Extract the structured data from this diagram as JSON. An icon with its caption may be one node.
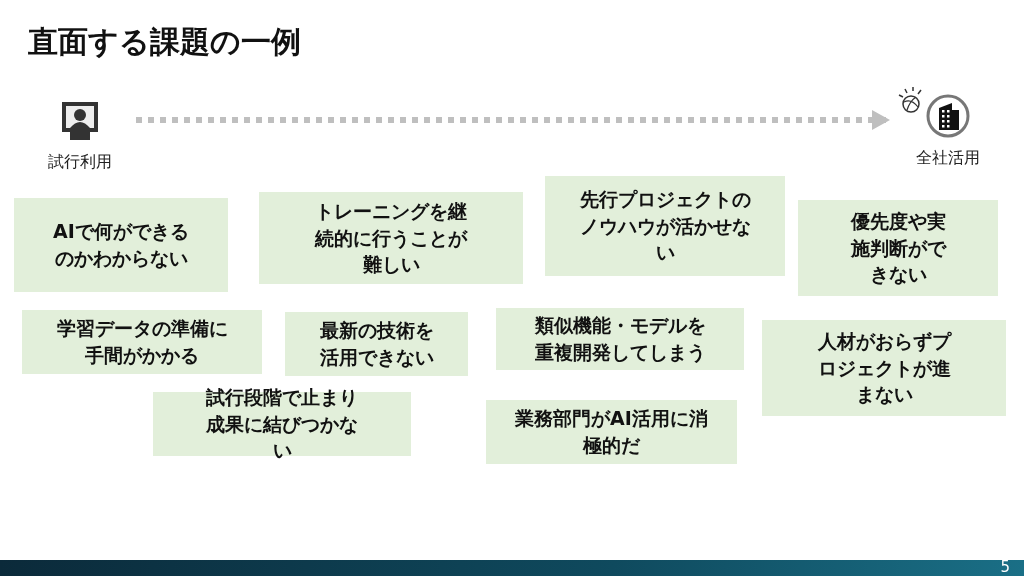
{
  "diagram": {
    "title": "直面する課題の一例",
    "nodes": [
      {
        "text": [],
        "shape": "monitor",
        "beside": [
          "試行利用"
        ]
      },
      {
        "text": [],
        "shape": "building",
        "beside": [
          "全社活用"
        ]
      },
      {
        "text": [
          "AIで何ができるのかわからない"
        ]
      },
      {
        "text": [
          "トレーニングを継続的に行うことが難しい"
        ]
      },
      {
        "text": [
          "先行プロジェクトのノウハウが活かせない"
        ]
      },
      {
        "text": [
          "優先度や実施判断ができない"
        ]
      },
      {
        "text": [
          "学習データの準備に手間がかかる"
        ]
      },
      {
        "text": [
          "最新の技術を活用できない"
        ]
      },
      {
        "text": [
          "類似機能・モデルを重複開発してしまう"
        ]
      },
      {
        "text": [
          "人材がおらずプロジェクトが進まない"
        ]
      },
      {
        "text": [
          "試行段階で止まり成果に結びつかない"
        ]
      },
      {
        "text": [
          "業務部門がAI活用に消極的だ"
        ]
      }
    ],
    "edges": [
      {
        "from": 0,
        "to": 1,
        "arrow": "to",
        "style": "dashed",
        "color": "#bfbfbf"
      }
    ],
    "labels": [
      "5"
    ]
  }
}
